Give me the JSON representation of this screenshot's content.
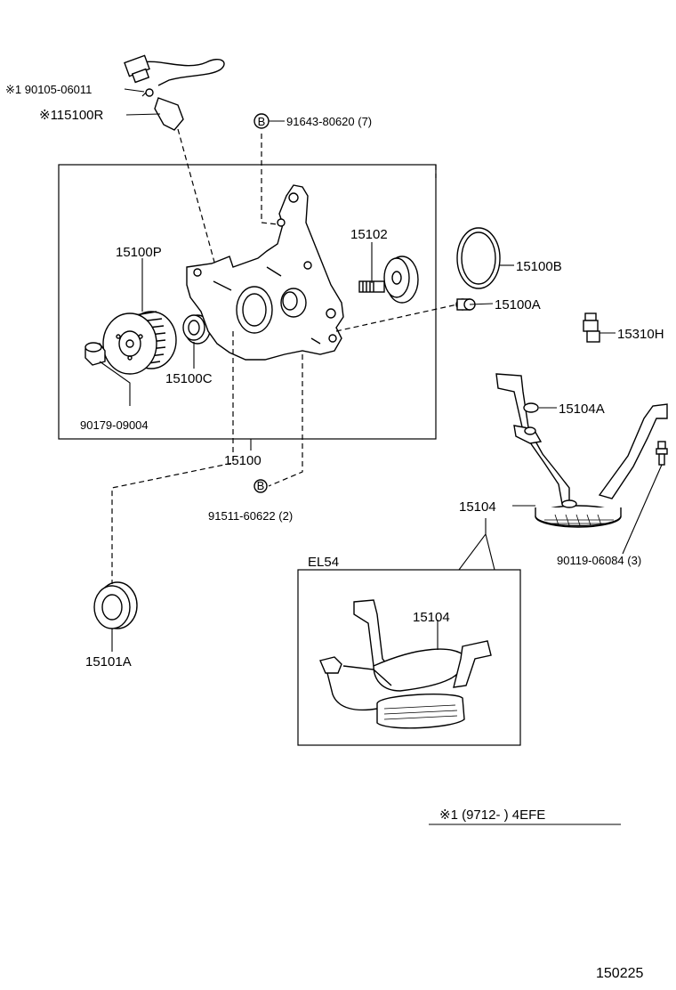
{
  "labels": {
    "p90105": "※1 90105-06011",
    "p15100R": "※115100R",
    "p91643": "91643-80620 (7)",
    "circleB": "B",
    "p15102": "15102",
    "p15100P": "15100P",
    "p15100B": "15100B",
    "p15100A": "15100A",
    "p15310H": "15310H",
    "p15100C": "15100C",
    "p90179": "90179-09004",
    "p15104A": "15104A",
    "p15100": "15100",
    "p91511": "91511-60622 (2)",
    "p15104": "15104",
    "p90119": "90119-06084 (3)",
    "el54": "EL54",
    "p15104el": "15104",
    "p15101A": "15101A",
    "note": "※1 (9712-        ) 4EFE",
    "figure_no": "150225"
  }
}
